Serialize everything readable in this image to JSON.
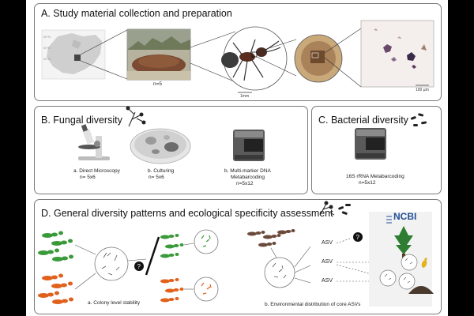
{
  "panel_a": {
    "title": "A. Study material collection and preparation",
    "mound_n": "n=5",
    "scale_ant": "1mm",
    "scale_micro": "100 µm"
  },
  "panel_b": {
    "title": "B. Fungal diversity",
    "micro_label": "a. Direct Microscopy",
    "micro_n": "n= 5x6",
    "culture_label": "b. Culturing",
    "culture_n": "n= 5x6",
    "dna_label1": "b. Multi-marker DNA",
    "dna_label2": "Metabarcoding",
    "dna_n": "n=5x12"
  },
  "panel_c": {
    "title": "C. Bacterial diversity",
    "label": "16S rRNA Metabarcoding",
    "n": "n=5x12"
  },
  "panel_d": {
    "title": "D. General diversity patterns and ecological specificity assessment",
    "asv1": "ASV",
    "asv2": "ASV",
    "asv3": "ASV",
    "qmark": "?",
    "ncbi": "NCBI",
    "label_a": "a. Colony level stability",
    "label_b": "b. Environmental distribution of core ASVs"
  },
  "colors": {
    "green_ant": "#3a9a3a",
    "orange_ant": "#e0601c",
    "panel_border": "#7a7a7a",
    "ncbi_blue": "#1f4e96",
    "tree_green": "#2e7d32"
  }
}
